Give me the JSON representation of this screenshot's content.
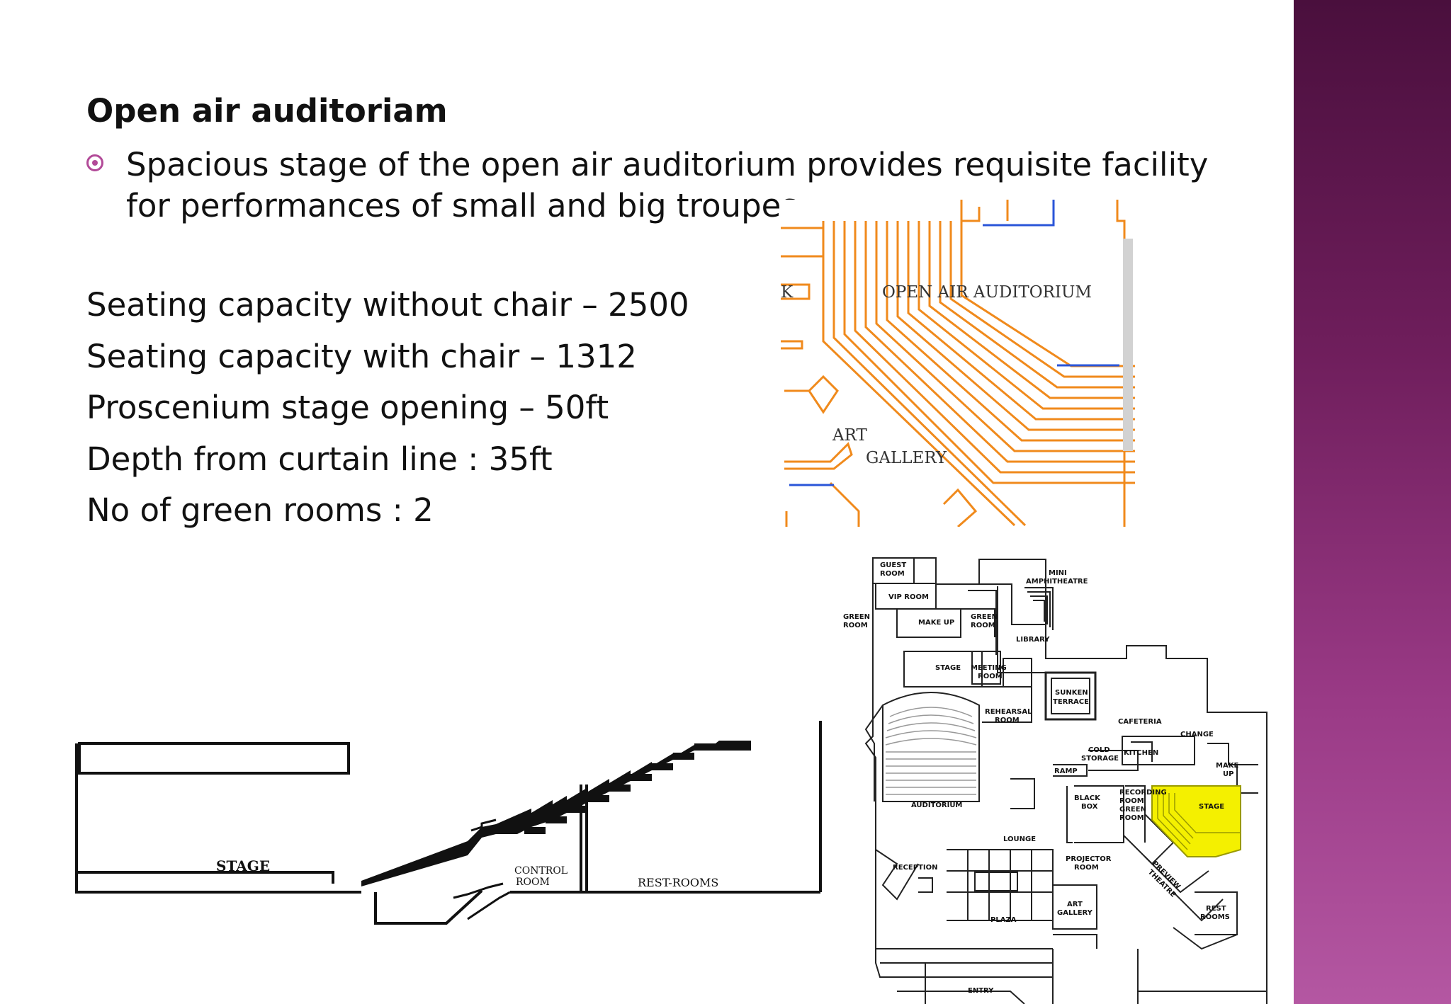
{
  "slide": {
    "heading": "Open air auditoriam",
    "bullet": "Spacious stage of the open air auditorium provides requisite facility for performances of small and big troupes.",
    "facts": [
      "Seating capacity without chair – 2500",
      "Seating capacity with chair – 1312",
      "Proscenium stage opening – 50ft",
      "Depth from curtain line : 35ft",
      "No of green rooms : 2"
    ]
  },
  "plan_detail": {
    "labels": [
      "OPEN AIR AUDITORIUM",
      "ART",
      "GALLERY",
      "K"
    ]
  },
  "section_drawing": {
    "labels": [
      "STAGE",
      "CONTROL",
      "ROOM",
      "REST-ROOMS"
    ]
  },
  "site_plan": {
    "labels": [
      "GUEST",
      "ROOM",
      "VIP ROOM",
      "GREEN",
      "ROOM",
      "MAKE UP",
      "GREEN",
      "ROOM",
      "MINI",
      "AMPHITHEATRE",
      "LIBRARY",
      "STAGE",
      "MEETING",
      "ROOM",
      "SUNKEN",
      "TERRACE",
      "REHEARSAL",
      "ROOM",
      "CAFETERIA",
      "CHANGE",
      "COLD",
      "STORAGE",
      "KITCHEN",
      "RAMP",
      "MAKE",
      "UP",
      "BLACK",
      "BOX",
      "RECORDING",
      "ROOM",
      "GREEN",
      "ROOM",
      "STAGE",
      "AUDITORIUM",
      "LOUNGE",
      "RECEPTION",
      "PROJECTOR",
      "ROOM",
      "PREVIEW",
      "THEATRE",
      "ART",
      "GALLERY",
      "REST",
      "ROOMS",
      "PLAZA",
      "ENTRY"
    ]
  },
  "colors": {
    "sidebar_top": "#4a0f3d",
    "sidebar_bottom": "#b457a2",
    "bullet": "#b24a98",
    "plan_lines": "#f08a1c",
    "plan_accent": "#2a55d8",
    "stage_highlight": "#f4f000"
  }
}
